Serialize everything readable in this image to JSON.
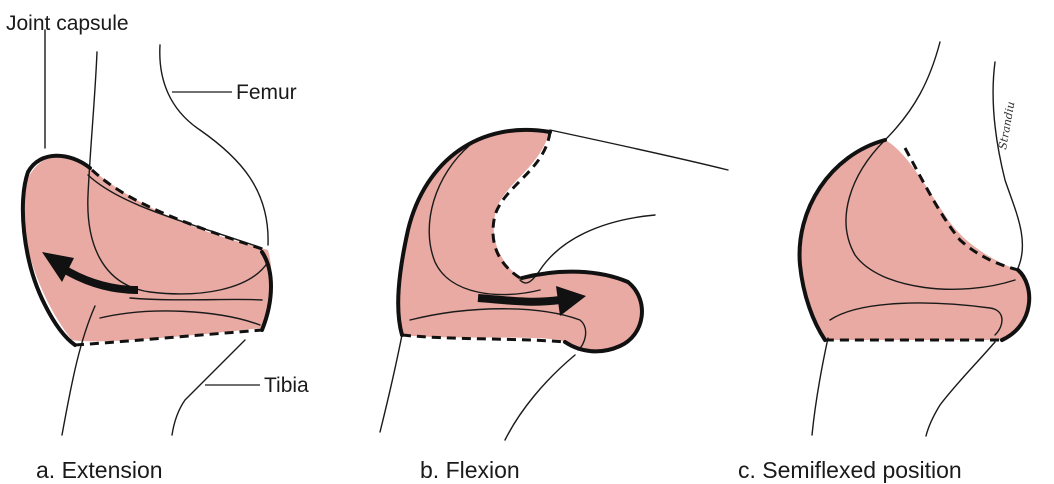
{
  "labels": {
    "joint_capsule": "Joint capsule",
    "femur": "Femur",
    "tibia": "Tibia"
  },
  "panels": [
    {
      "caption": "a.  Extension"
    },
    {
      "caption": "b.  Flexion"
    },
    {
      "caption": "c.  Semiflexed position"
    }
  ],
  "artist_signature": "Strandiu",
  "colors": {
    "capsule_fill": "#e8aaa2",
    "outline": "#111111"
  }
}
